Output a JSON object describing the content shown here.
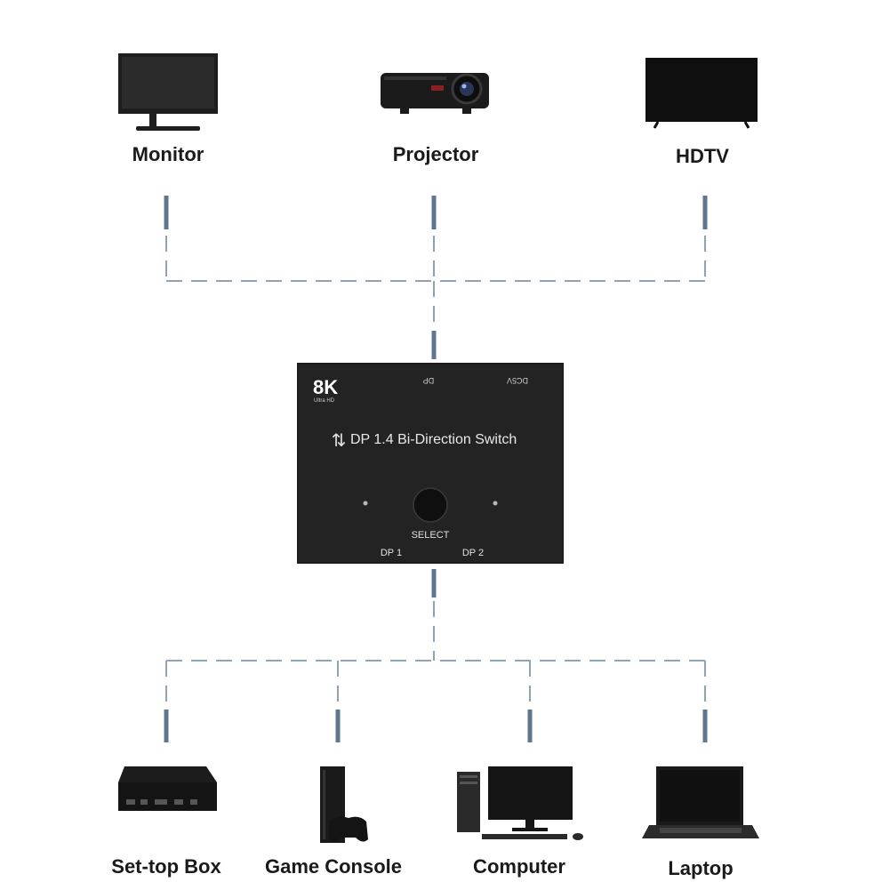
{
  "outputs": [
    {
      "label": "Monitor",
      "icon": "monitor-icon"
    },
    {
      "label": "Projector",
      "icon": "projector-icon"
    },
    {
      "label": "HDTV",
      "icon": "hdtv-icon"
    }
  ],
  "inputs": [
    {
      "label": "Set-top Box",
      "icon": "set-top-box-icon"
    },
    {
      "label": "Game Console",
      "icon": "game-console-icon"
    },
    {
      "label": "Computer",
      "icon": "computer-icon"
    },
    {
      "label": "Laptop",
      "icon": "laptop-icon"
    }
  ],
  "switch_box": {
    "badge": "8K",
    "badge_sub": "Ultra HD",
    "top_port_dp": "DP",
    "top_port_power": "DC5V",
    "arrows": "⇅",
    "title": "DP 1.4 Bi-Direction Switch",
    "button_label": "SELECT",
    "port_1": "DP 1",
    "port_2": "DP 2"
  },
  "colors": {
    "connector_line": "#8fa3b8",
    "connector_solid": "#5f7690",
    "device_dark": "#1c1c1c",
    "label_text": "#1a1a1a"
  }
}
